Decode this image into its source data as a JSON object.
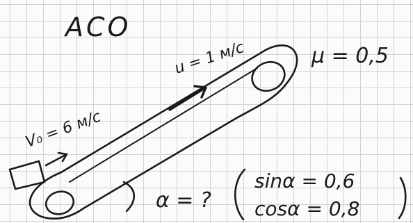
{
  "notes": {
    "title": "ACO",
    "belt_speed": "u = 1 м/с",
    "initial_speed": "V₀ = 6 м/с",
    "friction": "μ = 0,5",
    "angle_question": "α = ?",
    "sin_value": "sinα = 0,6",
    "cos_value": "cosα = 0,8"
  },
  "ink_color": "#1a1a1a",
  "paper_color": "#fbfbfb",
  "grid_color": "#d2d2d2"
}
